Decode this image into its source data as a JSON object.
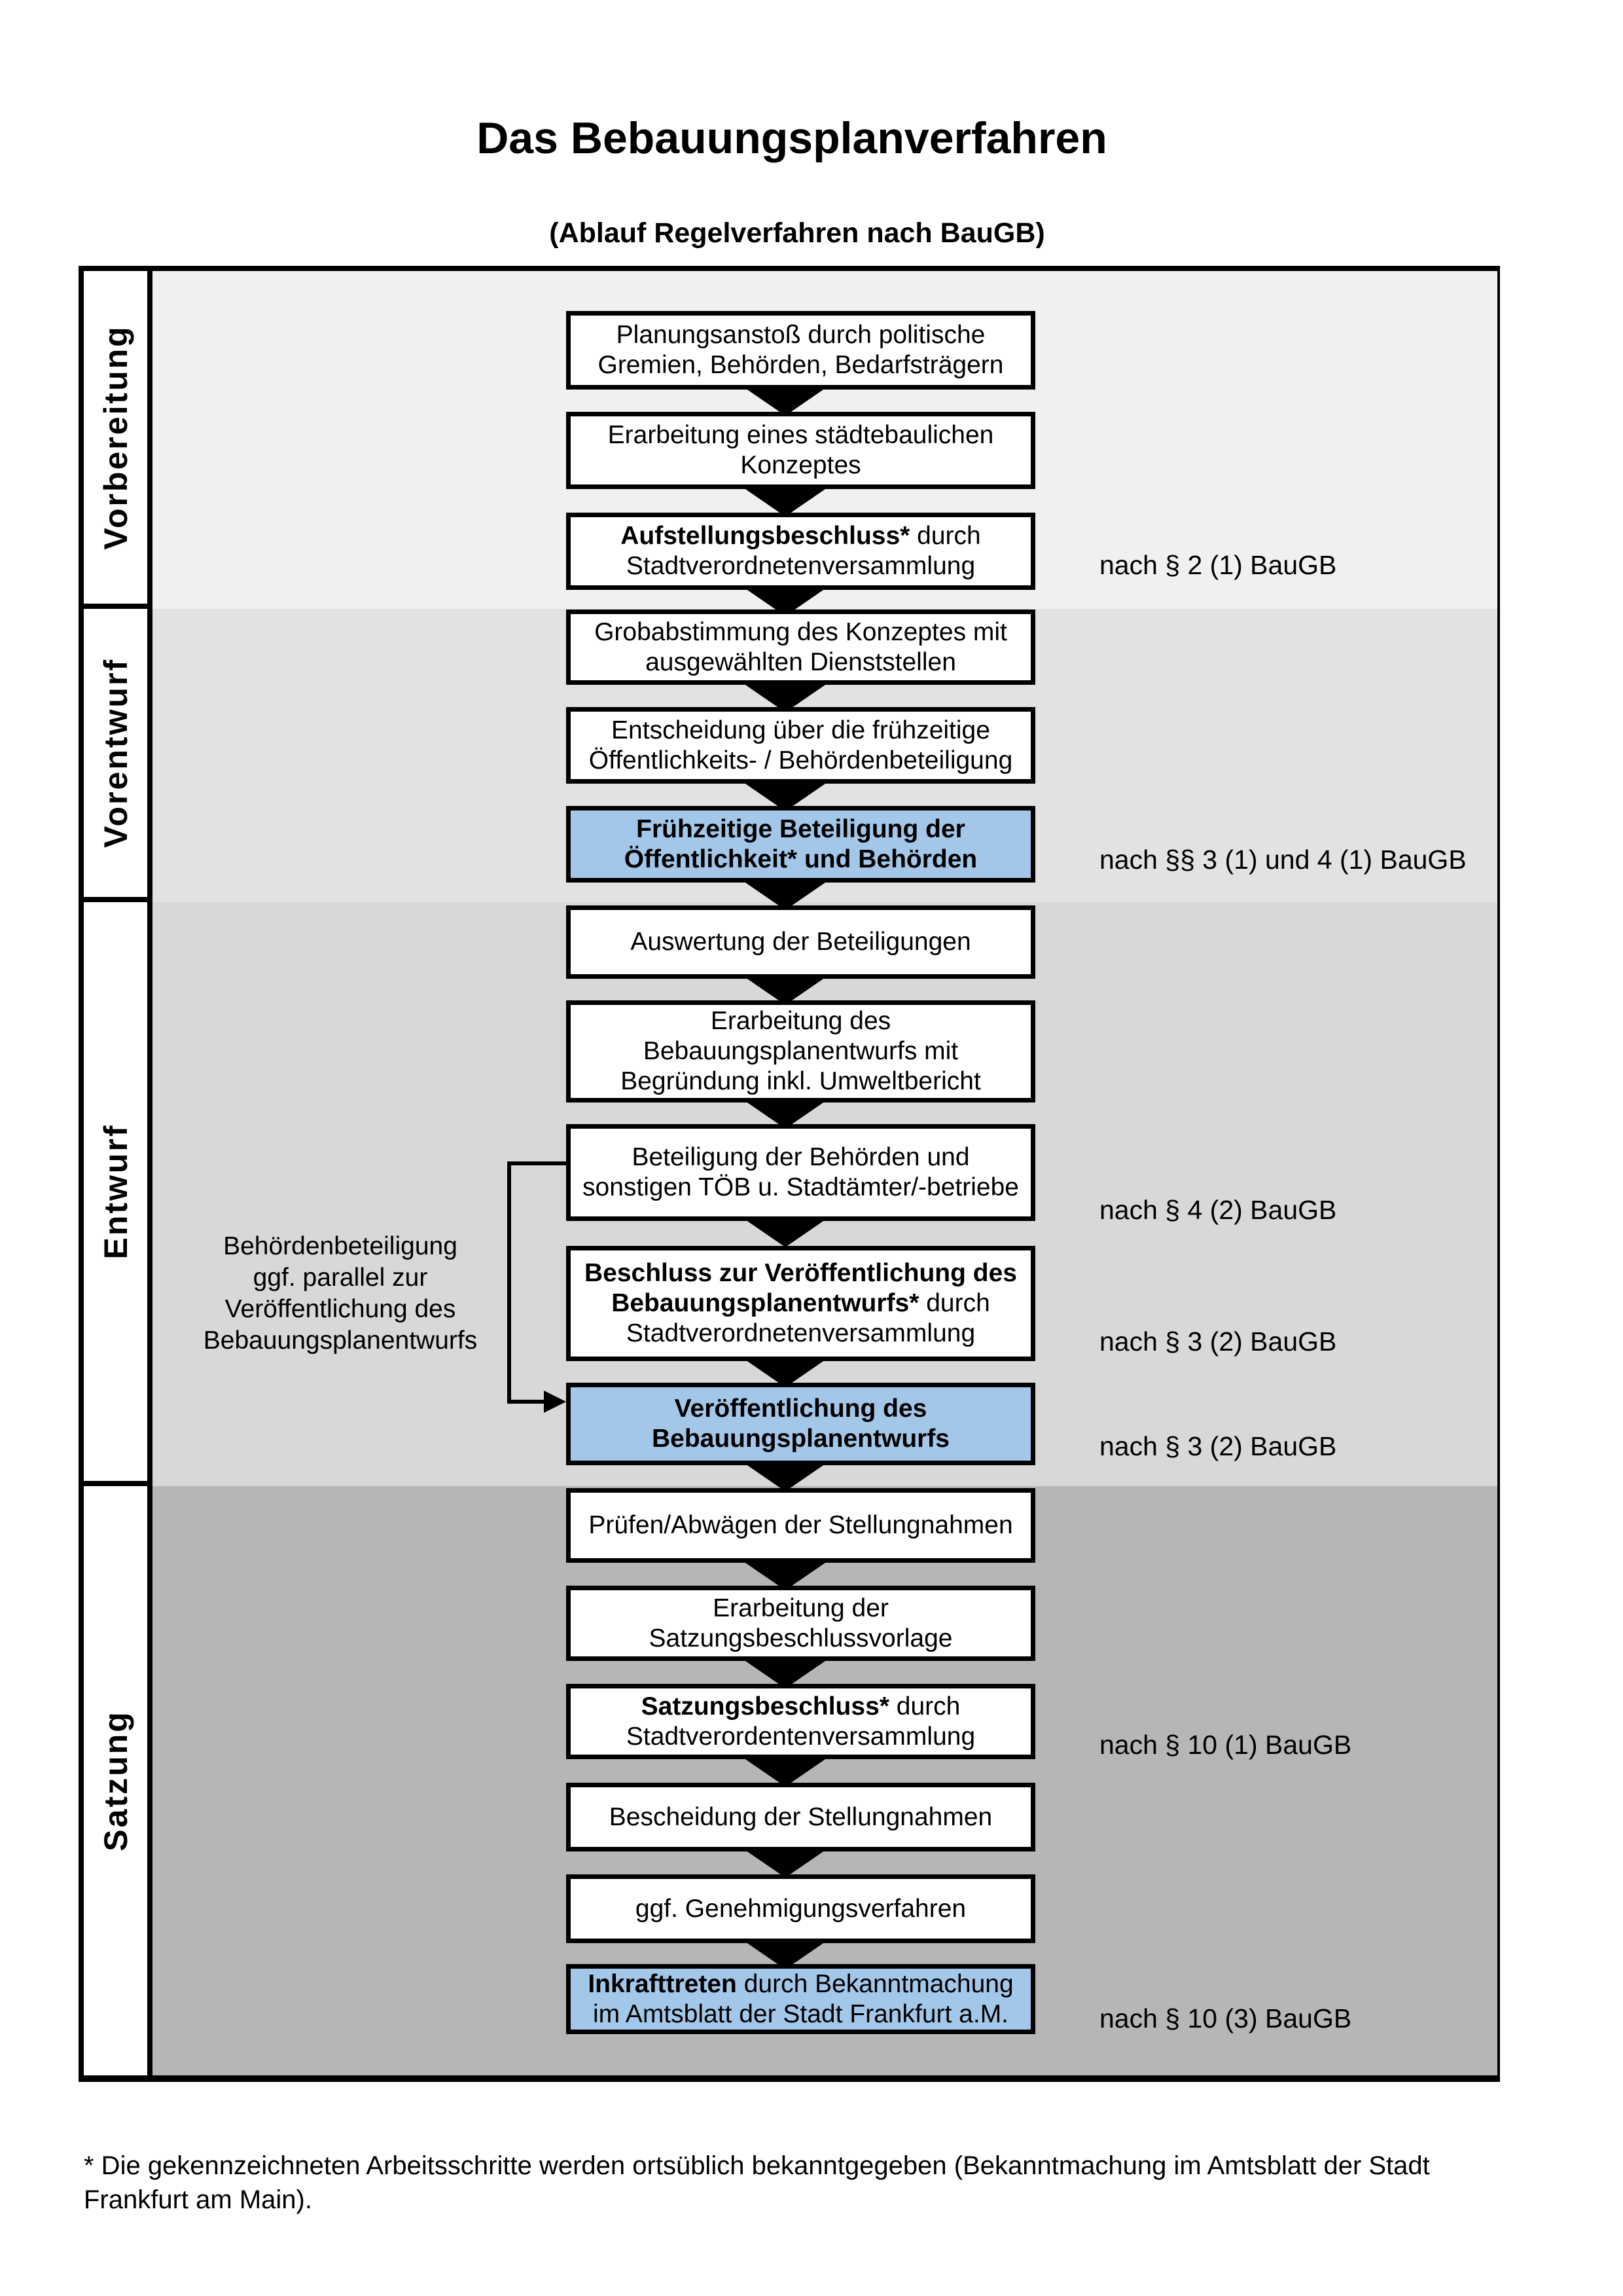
{
  "title": "Das Bebauungsplanverfahren",
  "subtitle": "(Ablauf Regelverfahren nach BauGB)",
  "phase_labels": [
    "Vorbereitung",
    "Vorentwurf",
    "Entwurf",
    "Satzung"
  ],
  "boxes": {
    "b1": {
      "l1": "Planungsanstoß durch politische",
      "l2": "Gremien, Behörden, Bedarfsträgern"
    },
    "b2": {
      "l1": "Erarbeitung eines städtebaulichen",
      "l2": "Konzeptes"
    },
    "b3": {
      "l1_bold": "Aufstellungsbeschluss*",
      "l1_rest": " durch",
      "l2": "Stadtverordnetenversammlung"
    },
    "b4": {
      "l1": "Grobabstimmung des Konzeptes mit",
      "l2": "ausgewählten Dienststellen"
    },
    "b5": {
      "l1": "Entscheidung über die frühzeitige",
      "l2": "Öffentlichkeits- / Behördenbeteiligung"
    },
    "b6": {
      "l1": "Frühzeitige Beteiligung der",
      "l2": "Öffentlichkeit* und Behörden"
    },
    "b7": {
      "l1": "Auswertung der Beteiligungen"
    },
    "b8": {
      "l1": "Erarbeitung des",
      "l2": "Bebauungsplanentwurfs mit",
      "l3": "Begründung inkl. Umweltbericht"
    },
    "b9": {
      "l1": "Beteiligung der Behörden und",
      "l2": "sonstigen TÖB u. Stadtämter/-betriebe"
    },
    "b10": {
      "l1_bold": "Beschluss zur Veröffentlichung des",
      "l2_bold": "Bebauungsplanentwurfs*",
      "l2_rest": " durch",
      "l3": "Stadtverordnetenversammlung"
    },
    "b11": {
      "l1": "Veröffentlichung des",
      "l2": "Bebauungsplanentwurfs"
    },
    "b12": {
      "l1": "Prüfen/Abwägen der Stellungnahmen"
    },
    "b13": {
      "l1": "Erarbeitung der",
      "l2": "Satzungsbeschlussvorlage"
    },
    "b14": {
      "l1_bold": "Satzungsbeschluss*",
      "l1_rest": " durch",
      "l2": "Stadtverordentenversammlung"
    },
    "b15": {
      "l1": "Bescheidung der Stellungnahmen"
    },
    "b16": {
      "l1": "ggf. Genehmigungsverfahren"
    },
    "b17": {
      "l1_bold": "Inkrafttreten",
      "l1_rest": " durch Bekanntmachung",
      "l2": "im Amtsblatt der Stadt Frankfurt a.M."
    }
  },
  "annotations": {
    "a1": "nach § 2 (1) BauGB",
    "a2": "nach §§ 3 (1) und 4 (1) BauGB",
    "a3": "nach § 4 (2) BauGB",
    "a4": "nach § 3 (2) BauGB",
    "a5": "nach § 3 (2) BauGB",
    "a6": "nach § 10 (1) BauGB",
    "a7": "nach § 10 (3) BauGB"
  },
  "side_note": {
    "l1": "Behördenbeteiligung",
    "l2": "ggf. parallel zur",
    "l3": "Veröffentlichung des",
    "l4": "Bebauungsplanentwurfs"
  },
  "footnote": {
    "l1": "* Die gekennzeichneten Arbeitsschritte werden ortsüblich bekanntgegeben (Bekanntmachung im Amtsblatt  der Stadt",
    "l2": "Frankfurt am Main)."
  },
  "icons": {
    "flow_arrow": "triangle-down",
    "bracket_arrow": "triangle-right"
  },
  "colors": {
    "phase1_bg": "#f0f0f0",
    "phase2_bg": "#e2e2e2",
    "phase3_bg": "#d8d8d8",
    "phase4_bg": "#b6b6b6",
    "highlight_bg": "#a3c7e9",
    "line": "#000000"
  }
}
